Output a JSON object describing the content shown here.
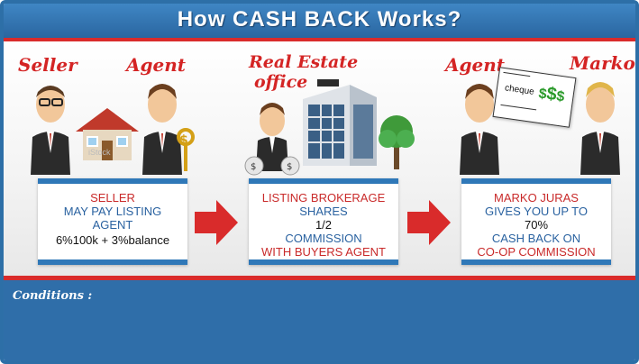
{
  "header": {
    "title": "How CASH BACK Works?"
  },
  "labels": {
    "seller": "Seller",
    "agent_left": "Agent",
    "real_estate_line1": "Real Estate",
    "real_estate_line2": "office",
    "agent_right": "Agent",
    "marko": "Marko",
    "cheque": "cheque",
    "istock": "iStock"
  },
  "boxes": [
    {
      "lines": [
        "SELLER",
        "MAY PAY LISTING",
        "AGENT",
        "6%100k + 3%balance"
      ]
    },
    {
      "lines": [
        "LISTING BROKERAGE",
        "SHARES",
        "1/2",
        "COMMISSION",
        "WITH BUYERS AGENT"
      ]
    },
    {
      "lines": [
        "MARKO JURAS",
        "GIVES YOU UP TO",
        "70%",
        "CASH BACK ON",
        "CO-OP COMMISSION"
      ]
    }
  ],
  "footer": {
    "conditions_label": "Conditions :"
  },
  "colors": {
    "brand_blue": "#2f6ea9",
    "accent_red": "#d92b2b"
  }
}
